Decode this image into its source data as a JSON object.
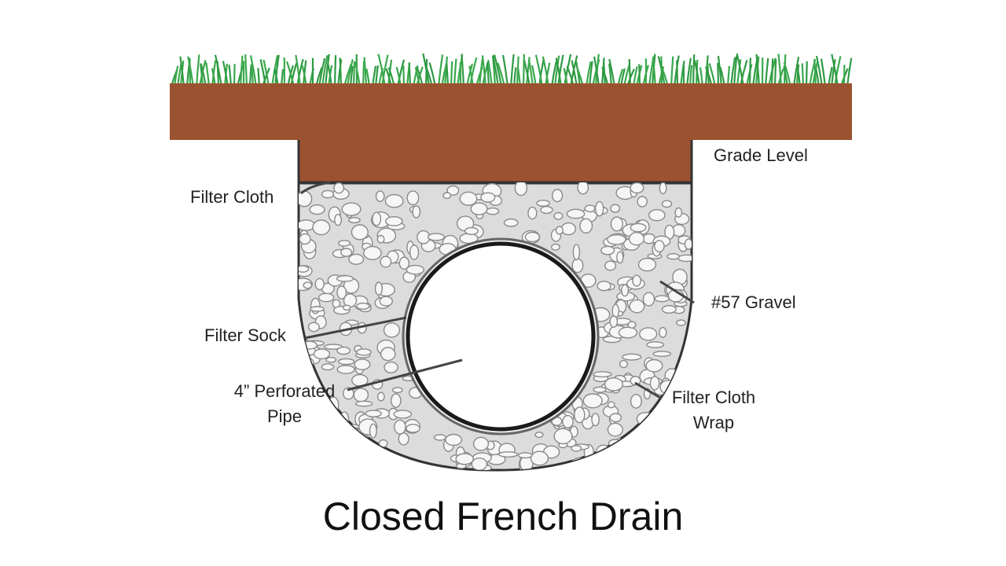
{
  "title": "Closed French Drain",
  "labels": {
    "grade_level": "Grade Level",
    "filter_cloth": "Filter Cloth",
    "gravel": "#57 Gravel",
    "filter_sock": "Filter Sock",
    "pipe_line1": "4” Perforated",
    "pipe_line2": "Pipe",
    "wrap_line1": "Filter Cloth",
    "wrap_line2": "Wrap"
  },
  "colors": {
    "soil": "#9b5230",
    "grass": "#3aa84c",
    "gravel_fill": "#dcdcdc",
    "stone_fill": "#f4f4f4",
    "outline": "#333333"
  }
}
